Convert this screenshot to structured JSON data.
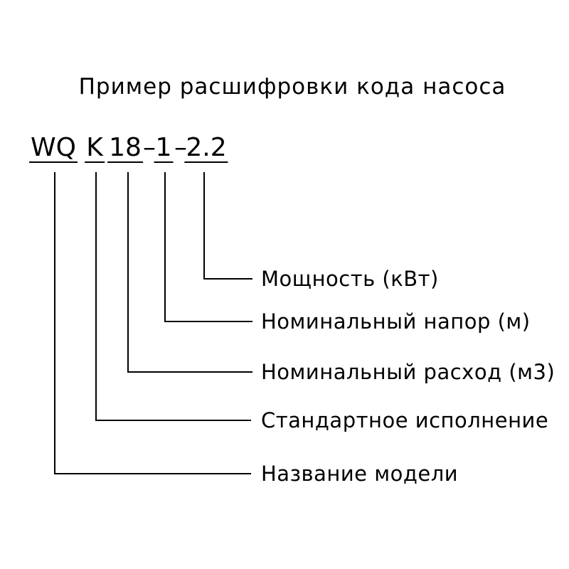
{
  "title": "Пример расшифровки кода насоса",
  "pump_code": {
    "full": "WQ K 18 – 1 – 2.2",
    "segments": [
      {
        "text": "WQ",
        "underlined": true
      },
      {
        "text": "K",
        "underlined": true
      },
      {
        "text": "18",
        "underlined": true
      },
      {
        "text": "–",
        "underlined": false
      },
      {
        "text": "1",
        "underlined": true
      },
      {
        "text": "–",
        "underlined": false
      },
      {
        "text": "2.2",
        "underlined": true
      }
    ]
  },
  "legend": [
    {
      "code_part": "2.2",
      "label": "Мощность (кВт)"
    },
    {
      "code_part": "1",
      "label": "Номинальный напор (м)"
    },
    {
      "code_part": "18",
      "label": "Номинальный расход (м3)"
    },
    {
      "code_part": "K",
      "label": "Стандартное исполнение"
    },
    {
      "code_part": "WQ",
      "label": "Название модели"
    }
  ],
  "colors": {
    "text": "#000000",
    "line": "#000000",
    "background": "#ffffff"
  }
}
